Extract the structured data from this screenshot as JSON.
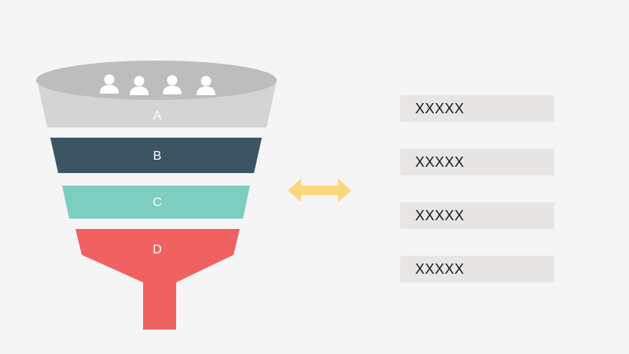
{
  "funnel": {
    "stages": [
      {
        "label": "A",
        "color": "#d4d4d4"
      },
      {
        "label": "B",
        "color": "#3b5662"
      },
      {
        "label": "C",
        "color": "#7dcdc0"
      },
      {
        "label": "D",
        "color": "#f06262"
      }
    ],
    "rim_color": "#bdbdbd",
    "icon_color": "#ffffff",
    "people_icon": "person-icon"
  },
  "connector": {
    "icon": "double-arrow-icon",
    "color": "#f9d77e"
  },
  "items": [
    {
      "text": "XXXXX"
    },
    {
      "text": "XXXXX"
    },
    {
      "text": "XXXXX"
    },
    {
      "text": "XXXXX"
    }
  ]
}
